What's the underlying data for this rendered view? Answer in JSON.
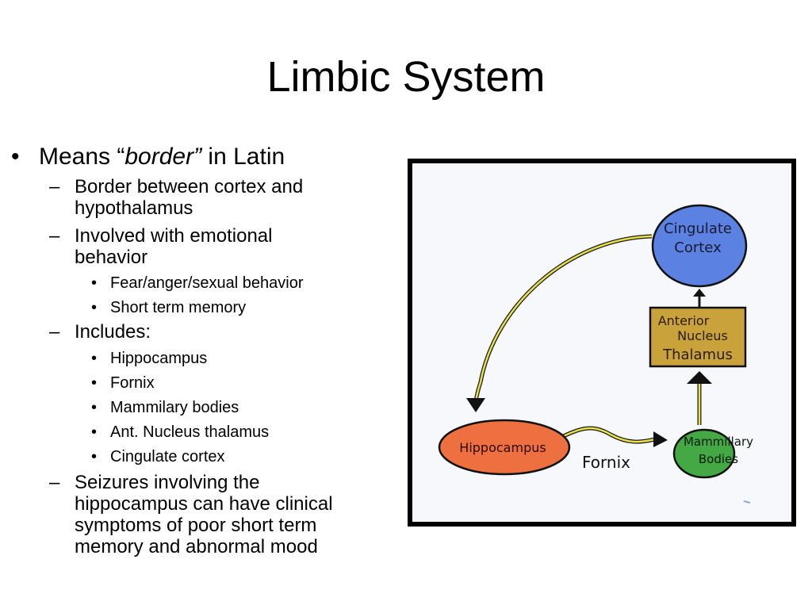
{
  "slide": {
    "title": "Limbic System",
    "bullets": {
      "b1_pre": "Means “",
      "b1_em": "border”",
      "b1_post": " in Latin",
      "s1_l1": "Border between cortex and",
      "s1_l2": "hypothalamus",
      "s2_l1": "Involved with emotional",
      "s2_l2": "behavior",
      "t1": "Fear/anger/sexual behavior",
      "t2": "Short term memory",
      "s3": "Includes:",
      "t3": "Hippocampus",
      "t4": "Fornix",
      "t5": "Mammilary bodies",
      "t6": "Ant. Nucleus thalamus",
      "t7": "Cingulate cortex",
      "s4_l1": "Seizures involving the",
      "s4_l2": "hippocampus can have clinical",
      "s4_l3": "symptoms of poor short term",
      "s4_l4": "memory and abnormal mood"
    },
    "markers": {
      "l1": "•",
      "l2": "–",
      "l3": "•"
    }
  },
  "diagram": {
    "cingulate_l1": "Cingulate",
    "cingulate_l2": "Cortex",
    "anterior_l1": "Anterior",
    "anterior_l2": "Nucleus",
    "anterior_l3": "Thalamus",
    "hippocampus": "Hippocampus",
    "fornix": "Fornix",
    "mammillary_l1": "Mammillary",
    "mammillary_l2": "Bodies",
    "colors": {
      "cingulate": "#5b82e2",
      "anterior": "#c9a23c",
      "hippocampus": "#ee7040",
      "mammillary": "#44a844",
      "pathway": "#e9e243"
    }
  }
}
